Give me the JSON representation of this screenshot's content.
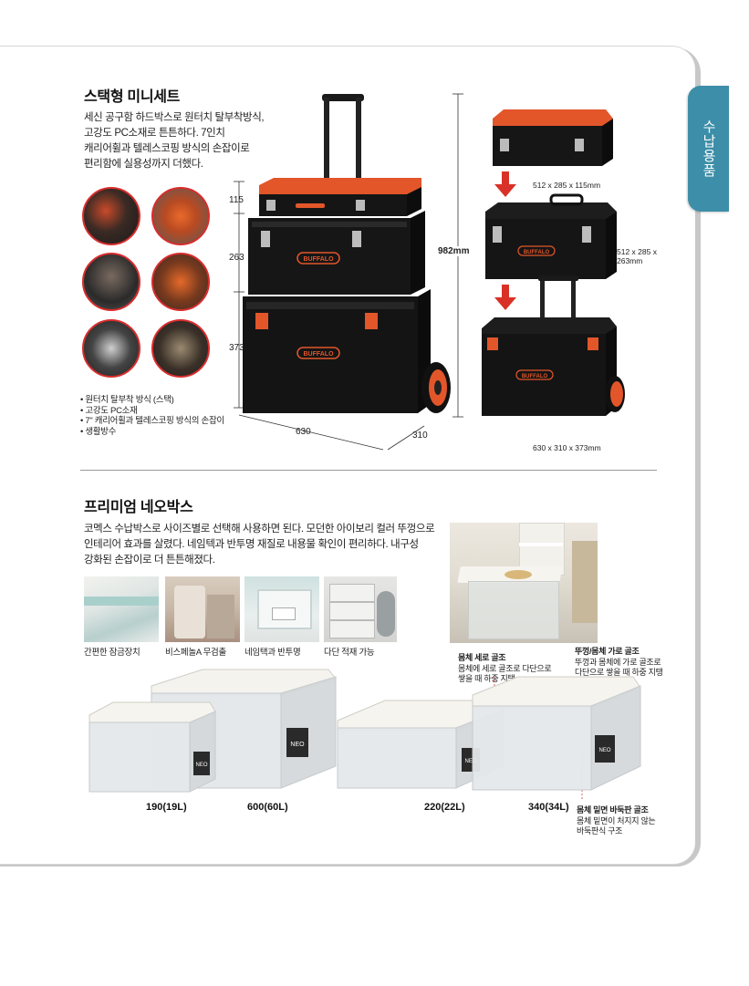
{
  "tab": {
    "label": "수납용품"
  },
  "section1": {
    "title": "스택형 미니세트",
    "desc": [
      "세신 공구함 하드박스로 원터치 탈부착방식,",
      "고강도 PC소재로 튼튼하다. 7인치",
      "캐리어휠과 텔레스코핑 방식의 손잡이로",
      "편리함에 실용성까지 더했다."
    ],
    "bullets": [
      "원터치 탈부착 방식 (스택)",
      "고강도 PC소재",
      "7\" 캐리어휠과 텔레스코핑 방식의 손잡이",
      "생활방수"
    ],
    "dims": {
      "h1": "115",
      "h2": "263",
      "h3": "373",
      "total": "982mm",
      "width": "630",
      "depth": "310"
    },
    "brand": "BUFFALO",
    "right_dims": {
      "top": "512 x 285 x 115mm",
      "mid_line1": "512 x 285 x",
      "mid_line2": "263mm",
      "bottom": "630 x 310 x 373mm"
    }
  },
  "section2": {
    "title": "프리미엄 네오박스",
    "desc": [
      "코멕스 수납박스로 사이즈별로 선택해 사용하면 된다. 모던한 아이보리 컬러 뚜껑으로",
      "인테리어 효과를 살렸다. 네임텍과 반투명 재질로 내용물 확인이 편리하다. 내구성",
      "강화된 손잡이로 더 튼튼해졌다."
    ],
    "captions": [
      "간편한 잠금장치",
      "비스페놀A 무검출",
      "네임택과 반투명",
      "다단 적재 가능"
    ],
    "notes": {
      "left": {
        "title": "몸체 세로 골조",
        "lines": [
          "몸체에 세로 골조로 다단으로",
          "쌓을 때 하중 지탱"
        ]
      },
      "right": {
        "title": "뚜껑/몸체 가로 골조",
        "lines": [
          "뚜껑과 몸체에 가로 골조로",
          "다단으로 쌓을 때 하중 지탱"
        ]
      },
      "bottom": {
        "title": "몸체 밑면 바둑판 골조",
        "lines": [
          "몸체 밑면이 처지지 않는",
          "바둑판식 구조"
        ]
      }
    },
    "sizes": [
      "190(19L)",
      "600(60L)",
      "220(22L)",
      "340(34L)"
    ],
    "box_brand": "NEO"
  }
}
